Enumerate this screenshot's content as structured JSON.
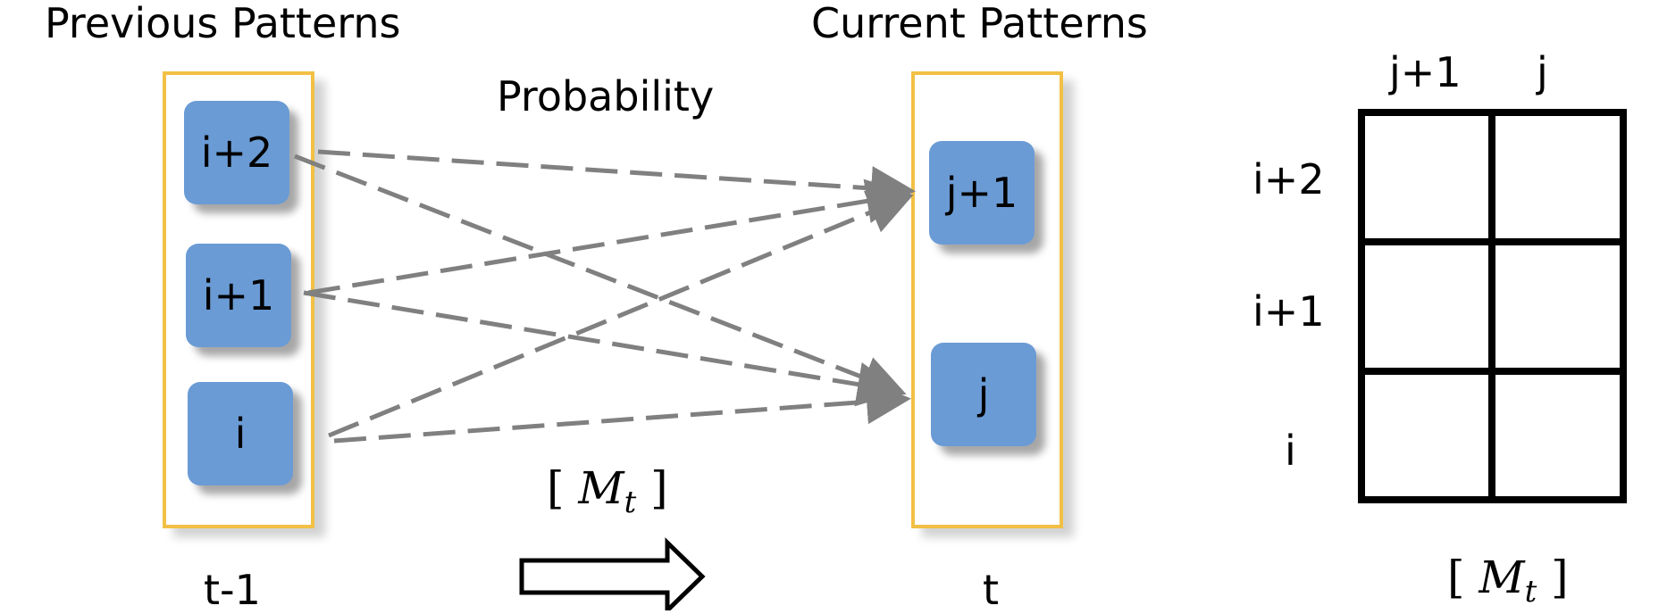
{
  "headings": {
    "previous": "Previous Patterns",
    "current": "Current Patterns",
    "probability": "Probability"
  },
  "previous_nodes": [
    "i+2",
    "i+1",
    "i"
  ],
  "current_nodes": [
    "j+1",
    "j"
  ],
  "time_labels": {
    "previous": "t-1",
    "current": "t"
  },
  "matrix_label": {
    "open": "[ ",
    "symbol": "M",
    "subscript": "t",
    "close": " ]"
  },
  "matrix": {
    "col_headers": [
      "j+1",
      "j"
    ],
    "row_headers": [
      "i+2",
      "i+1",
      "i"
    ]
  },
  "colors": {
    "frame": "#f2c045",
    "node_fill": "#6a9bd5",
    "arrow": "#808080",
    "grid": "#000000"
  }
}
